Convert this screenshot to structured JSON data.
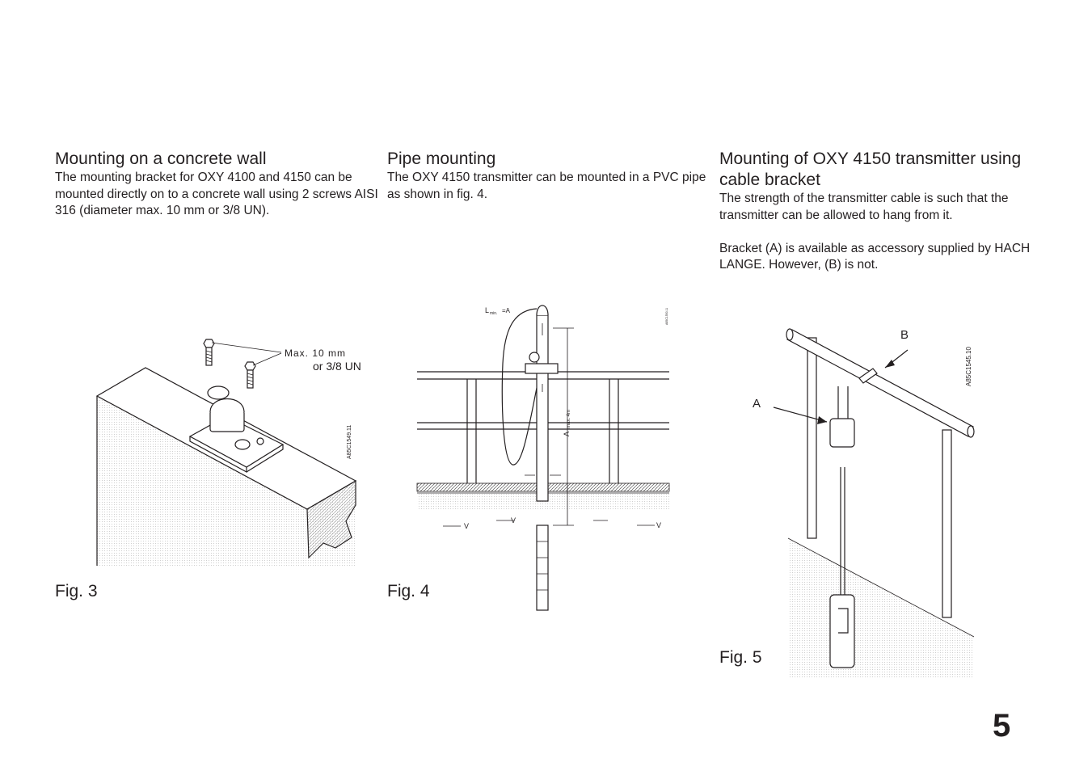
{
  "sections": [
    {
      "title": "Mounting on a concrete wall",
      "paragraphs": [
        "The mounting bracket for OXY 4100 and 4150 can be mounted directly on to a concrete wall using 2 screws AISI 316 (diameter max. 10 mm or 3/8 UN)."
      ]
    },
    {
      "title": "Pipe mounting",
      "paragraphs": [
        "The OXY 4150 transmitter can be mounted in a PVC pipe as shown in fig. 4."
      ]
    },
    {
      "title": "Mounting of OXY 4150 transmitter using cable bracket",
      "paragraphs": [
        "The strength of the transmitter cable is such that the transmitter can be allowed to hang from it.",
        "Bracket (A) is available as accessory supplied by HACH LANGE. However, (B) is not."
      ]
    }
  ],
  "figures": {
    "fig3": {
      "caption": "Fig. 3",
      "label_max": "Max. 10 mm",
      "label_un": "or 3/8 UN",
      "code": "A85C1549.11"
    },
    "fig4": {
      "caption": "Fig. 4",
      "label_l": "L",
      "label_l_sub": "min.",
      "label_l_eq": "=A",
      "label_a": "A",
      "label_a_max": "max. 4m",
      "label_v": "V",
      "code": "A85C1550.11"
    },
    "fig5": {
      "caption": "Fig. 5",
      "label_a": "A",
      "label_b": "B",
      "code": "A85C1545.10"
    }
  },
  "page_number": "5"
}
